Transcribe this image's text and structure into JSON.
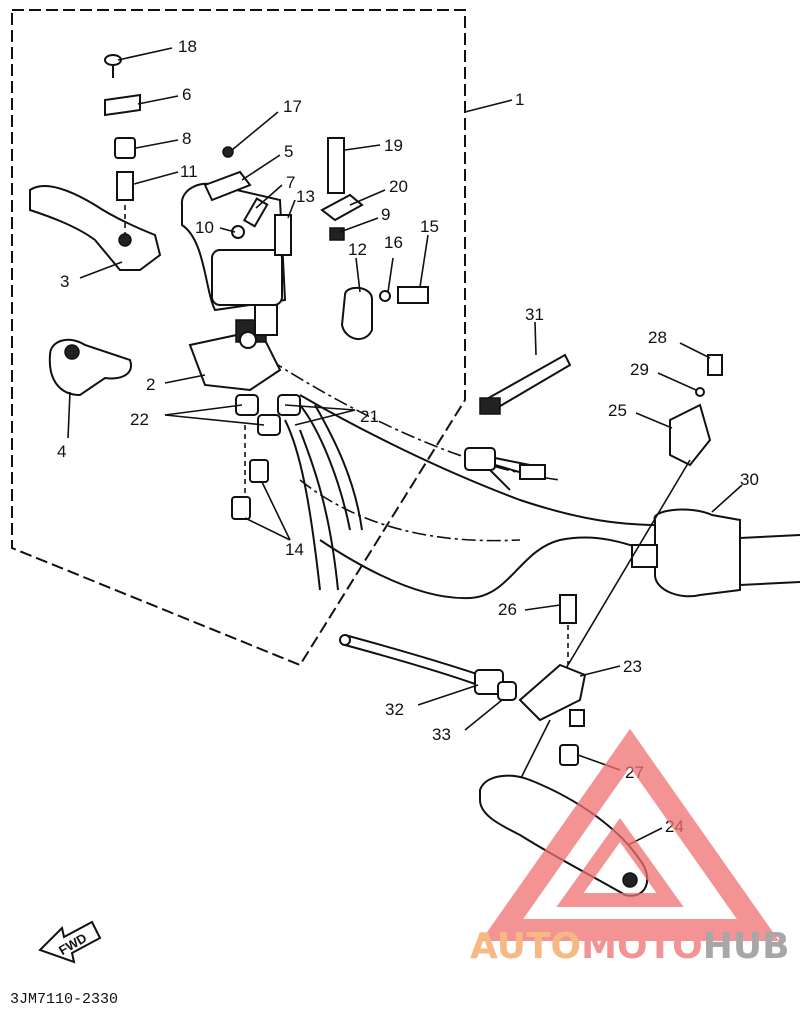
{
  "callouts": [
    {
      "id": "18",
      "text": "18"
    },
    {
      "id": "6",
      "text": "6"
    },
    {
      "id": "8",
      "text": "8"
    },
    {
      "id": "11",
      "text": "11"
    },
    {
      "id": "17",
      "text": "17"
    },
    {
      "id": "5",
      "text": "5"
    },
    {
      "id": "7",
      "text": "7"
    },
    {
      "id": "13",
      "text": "13"
    },
    {
      "id": "10",
      "text": "10"
    },
    {
      "id": "19",
      "text": "19"
    },
    {
      "id": "20",
      "text": "20"
    },
    {
      "id": "9",
      "text": "9"
    },
    {
      "id": "15",
      "text": "15"
    },
    {
      "id": "16",
      "text": "16"
    },
    {
      "id": "12",
      "text": "12"
    },
    {
      "id": "1",
      "text": "1"
    },
    {
      "id": "3",
      "text": "3"
    },
    {
      "id": "4",
      "text": "4"
    },
    {
      "id": "2",
      "text": "2"
    },
    {
      "id": "22",
      "text": "22"
    },
    {
      "id": "21",
      "text": "21"
    },
    {
      "id": "14",
      "text": "14"
    },
    {
      "id": "31",
      "text": "31"
    },
    {
      "id": "28",
      "text": "28"
    },
    {
      "id": "29",
      "text": "29"
    },
    {
      "id": "25",
      "text": "25"
    },
    {
      "id": "30",
      "text": "30"
    },
    {
      "id": "26",
      "text": "26"
    },
    {
      "id": "23",
      "text": "23"
    },
    {
      "id": "32",
      "text": "32"
    },
    {
      "id": "33",
      "text": "33"
    },
    {
      "id": "27",
      "text": "27"
    },
    {
      "id": "24",
      "text": "24"
    }
  ],
  "fwd_label": "FWD",
  "diagram_code": "3JM7110-2330",
  "watermark": {
    "part1": "AUTO",
    "part2": "MOTO",
    "part3": "HUB"
  },
  "colors": {
    "ink": "#111111",
    "watermark_red": "#f07070",
    "watermark_orange": "#f5a25a",
    "watermark_gray": "#8a8a8a"
  }
}
